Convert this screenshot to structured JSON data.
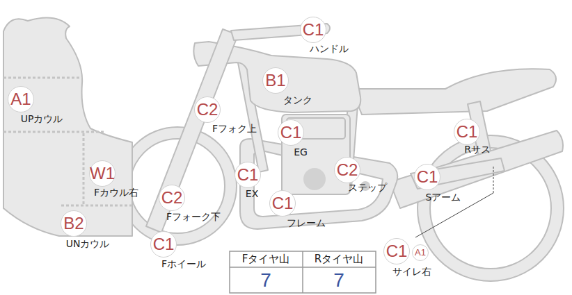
{
  "diagram": {
    "nodes": [
      {
        "text": [
          "C1",
          "ハンドル"
        ]
      },
      {
        "text": [
          "B1",
          "タンク"
        ]
      },
      {
        "text": [
          "A1",
          "UPカウル"
        ]
      },
      {
        "text": [
          "C2",
          "Fフォク上"
        ]
      },
      {
        "text": [
          "C1",
          "EG"
        ]
      },
      {
        "text": [
          "C1",
          "Rサス"
        ]
      },
      {
        "text": [
          "W1",
          "Fカウル右"
        ]
      },
      {
        "text": [
          "C2",
          "ステップ"
        ]
      },
      {
        "text": [
          "C1",
          "EX"
        ]
      },
      {
        "text": [
          "C1",
          "Sアーム"
        ]
      },
      {
        "text": [
          "C2",
          "Fフォーク下"
        ]
      },
      {
        "text": [
          "C1",
          "フレーム"
        ]
      },
      {
        "text": [
          "B2",
          "UNカウル"
        ]
      },
      {
        "text": [
          "C1",
          "Fホイール"
        ]
      },
      {
        "text": [
          "C1",
          "サイレ右"
        ]
      },
      {
        "text": [
          "A1"
        ]
      }
    ],
    "labels": [
      "Fタイヤ山",
      "Rタイヤ山",
      "7",
      "7"
    ]
  }
}
